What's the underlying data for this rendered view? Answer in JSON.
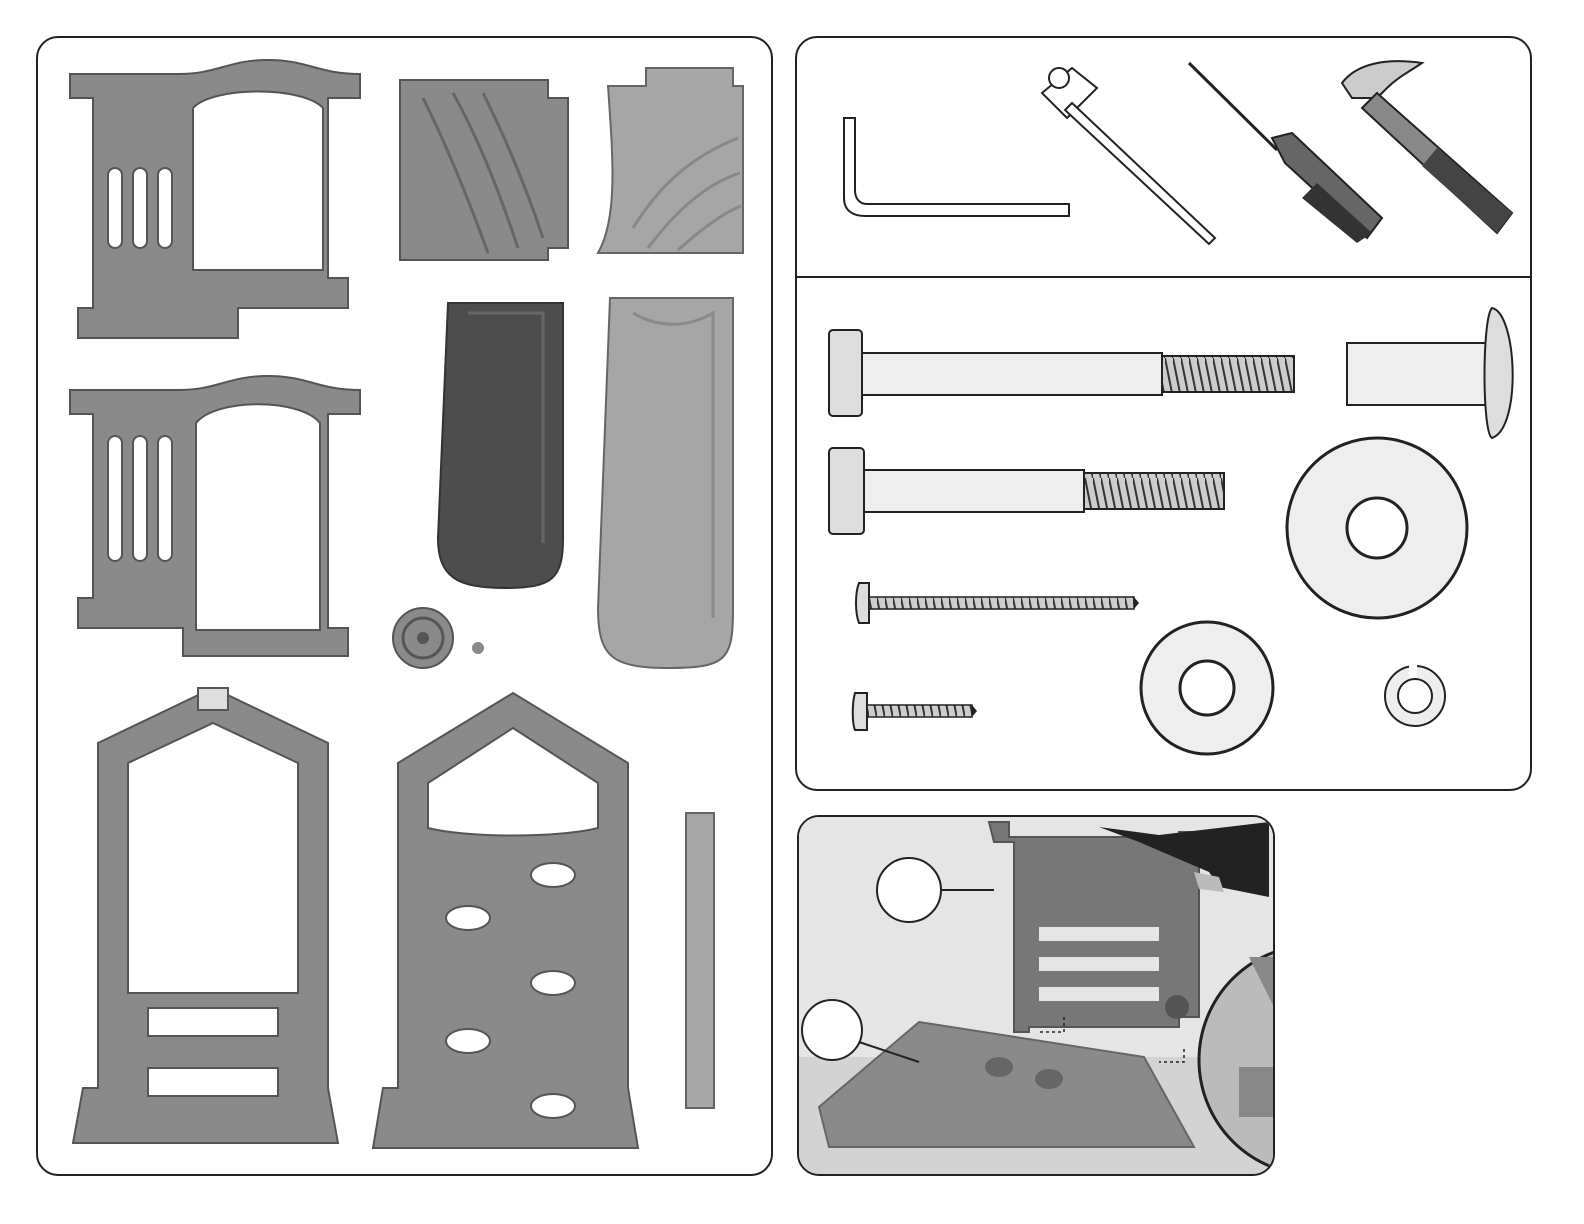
{
  "page": {
    "parts_panel": {
      "label": "",
      "parts": [
        {
          "name": "side-panel-upper-1"
        },
        {
          "name": "side-panel-upper-2"
        },
        {
          "name": "slide-top-left"
        },
        {
          "name": "slide-top-right"
        },
        {
          "name": "slide-section-dark"
        },
        {
          "name": "slide-section-light"
        },
        {
          "name": "steering-wheel"
        },
        {
          "name": "a-frame-front"
        },
        {
          "name": "a-frame-climber"
        },
        {
          "name": "support-bar"
        }
      ]
    },
    "tools_panel": {
      "tools": [
        "allen-wrench-icon",
        "ratchet-icon",
        "screwdriver-icon",
        "hammer-icon"
      ],
      "hardware": [
        "long-bolt",
        "short-bolt",
        "long-screw",
        "short-screw",
        "cap-nut",
        "large-washer",
        "small-washer",
        "lock-washer"
      ]
    },
    "photo_panel": {
      "callouts": [
        "",
        ""
      ]
    },
    "colors": {
      "part_gray": "#8a8a8a",
      "part_dark": "#4d4d4d",
      "part_light": "#a6a6a6",
      "outline": "#222222"
    }
  }
}
